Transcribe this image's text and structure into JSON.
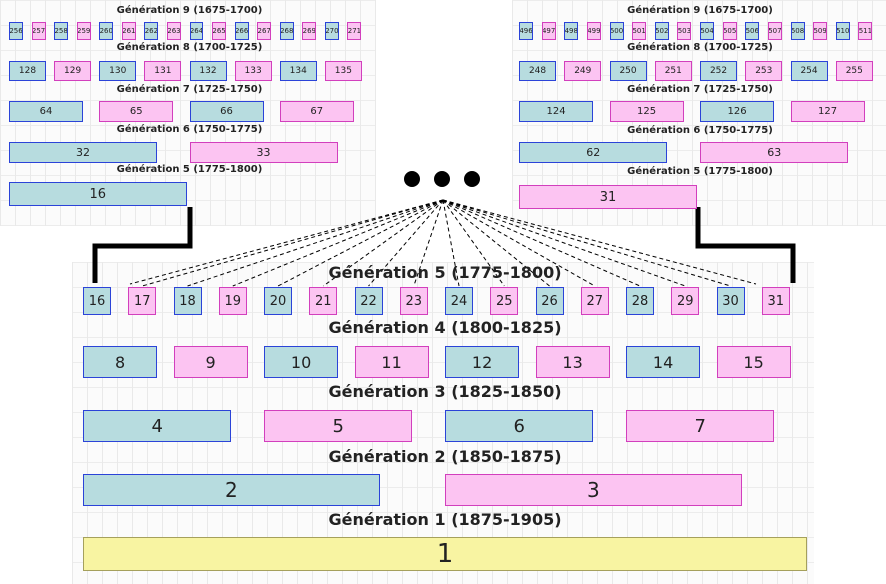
{
  "colors": {
    "male_fill": "#b7dcdf",
    "male_border": "#2b43d8",
    "female_fill": "#fcc4f2",
    "female_border": "#d23fbd",
    "root_fill": "#f8f4a2",
    "connector": "#000000"
  },
  "main": {
    "generations": [
      {
        "label": "Génération 5 (1775-1800)",
        "boxes": [
          "16",
          "17",
          "18",
          "19",
          "20",
          "21",
          "22",
          "23",
          "24",
          "25",
          "26",
          "27",
          "28",
          "29",
          "30",
          "31"
        ]
      },
      {
        "label": "Génération 4 (1800-1825)",
        "boxes": [
          "8",
          "9",
          "10",
          "11",
          "12",
          "13",
          "14",
          "15"
        ]
      },
      {
        "label": "Génération 3 (1825-1850)",
        "boxes": [
          "4",
          "5",
          "6",
          "7"
        ]
      },
      {
        "label": "Génération 2 (1850-1875)",
        "boxes": [
          "2",
          "3"
        ]
      },
      {
        "label": "Génération 1 (1875-1905)",
        "boxes": [
          "1"
        ]
      }
    ]
  },
  "left_tree": {
    "generations": [
      {
        "label": "Génération 9 (1675-1700)",
        "boxes": [
          "256",
          "257",
          "258",
          "259",
          "260",
          "261",
          "262",
          "263",
          "264",
          "265",
          "266",
          "267",
          "268",
          "269",
          "270",
          "271"
        ]
      },
      {
        "label": "Génération 8 (1700-1725)",
        "boxes": [
          "128",
          "129",
          "130",
          "131",
          "132",
          "133",
          "134",
          "135"
        ]
      },
      {
        "label": "Génération 7 (1725-1750)",
        "boxes": [
          "64",
          "65",
          "66",
          "67"
        ]
      },
      {
        "label": "Génération 6 (1750-1775)",
        "boxes": [
          "32",
          "33"
        ]
      },
      {
        "label": "Génération 5 (1775-1800)",
        "boxes": [
          "16"
        ]
      }
    ]
  },
  "right_tree": {
    "generations": [
      {
        "label": "Génération 9 (1675-1700)",
        "boxes": [
          "496",
          "497",
          "498",
          "499",
          "500",
          "501",
          "502",
          "503",
          "504",
          "505",
          "506",
          "507",
          "508",
          "509",
          "510",
          "511"
        ]
      },
      {
        "label": "Génération 8 (1700-1725)",
        "boxes": [
          "248",
          "249",
          "250",
          "251",
          "252",
          "253",
          "254",
          "255"
        ]
      },
      {
        "label": "Génération 7 (1725-1750)",
        "boxes": [
          "124",
          "125",
          "126",
          "127"
        ]
      },
      {
        "label": "Génération 6 (1750-1775)",
        "boxes": [
          "62",
          "63"
        ]
      },
      {
        "label": "Génération 5 (1775-1800)",
        "boxes": [
          "31"
        ]
      }
    ]
  }
}
